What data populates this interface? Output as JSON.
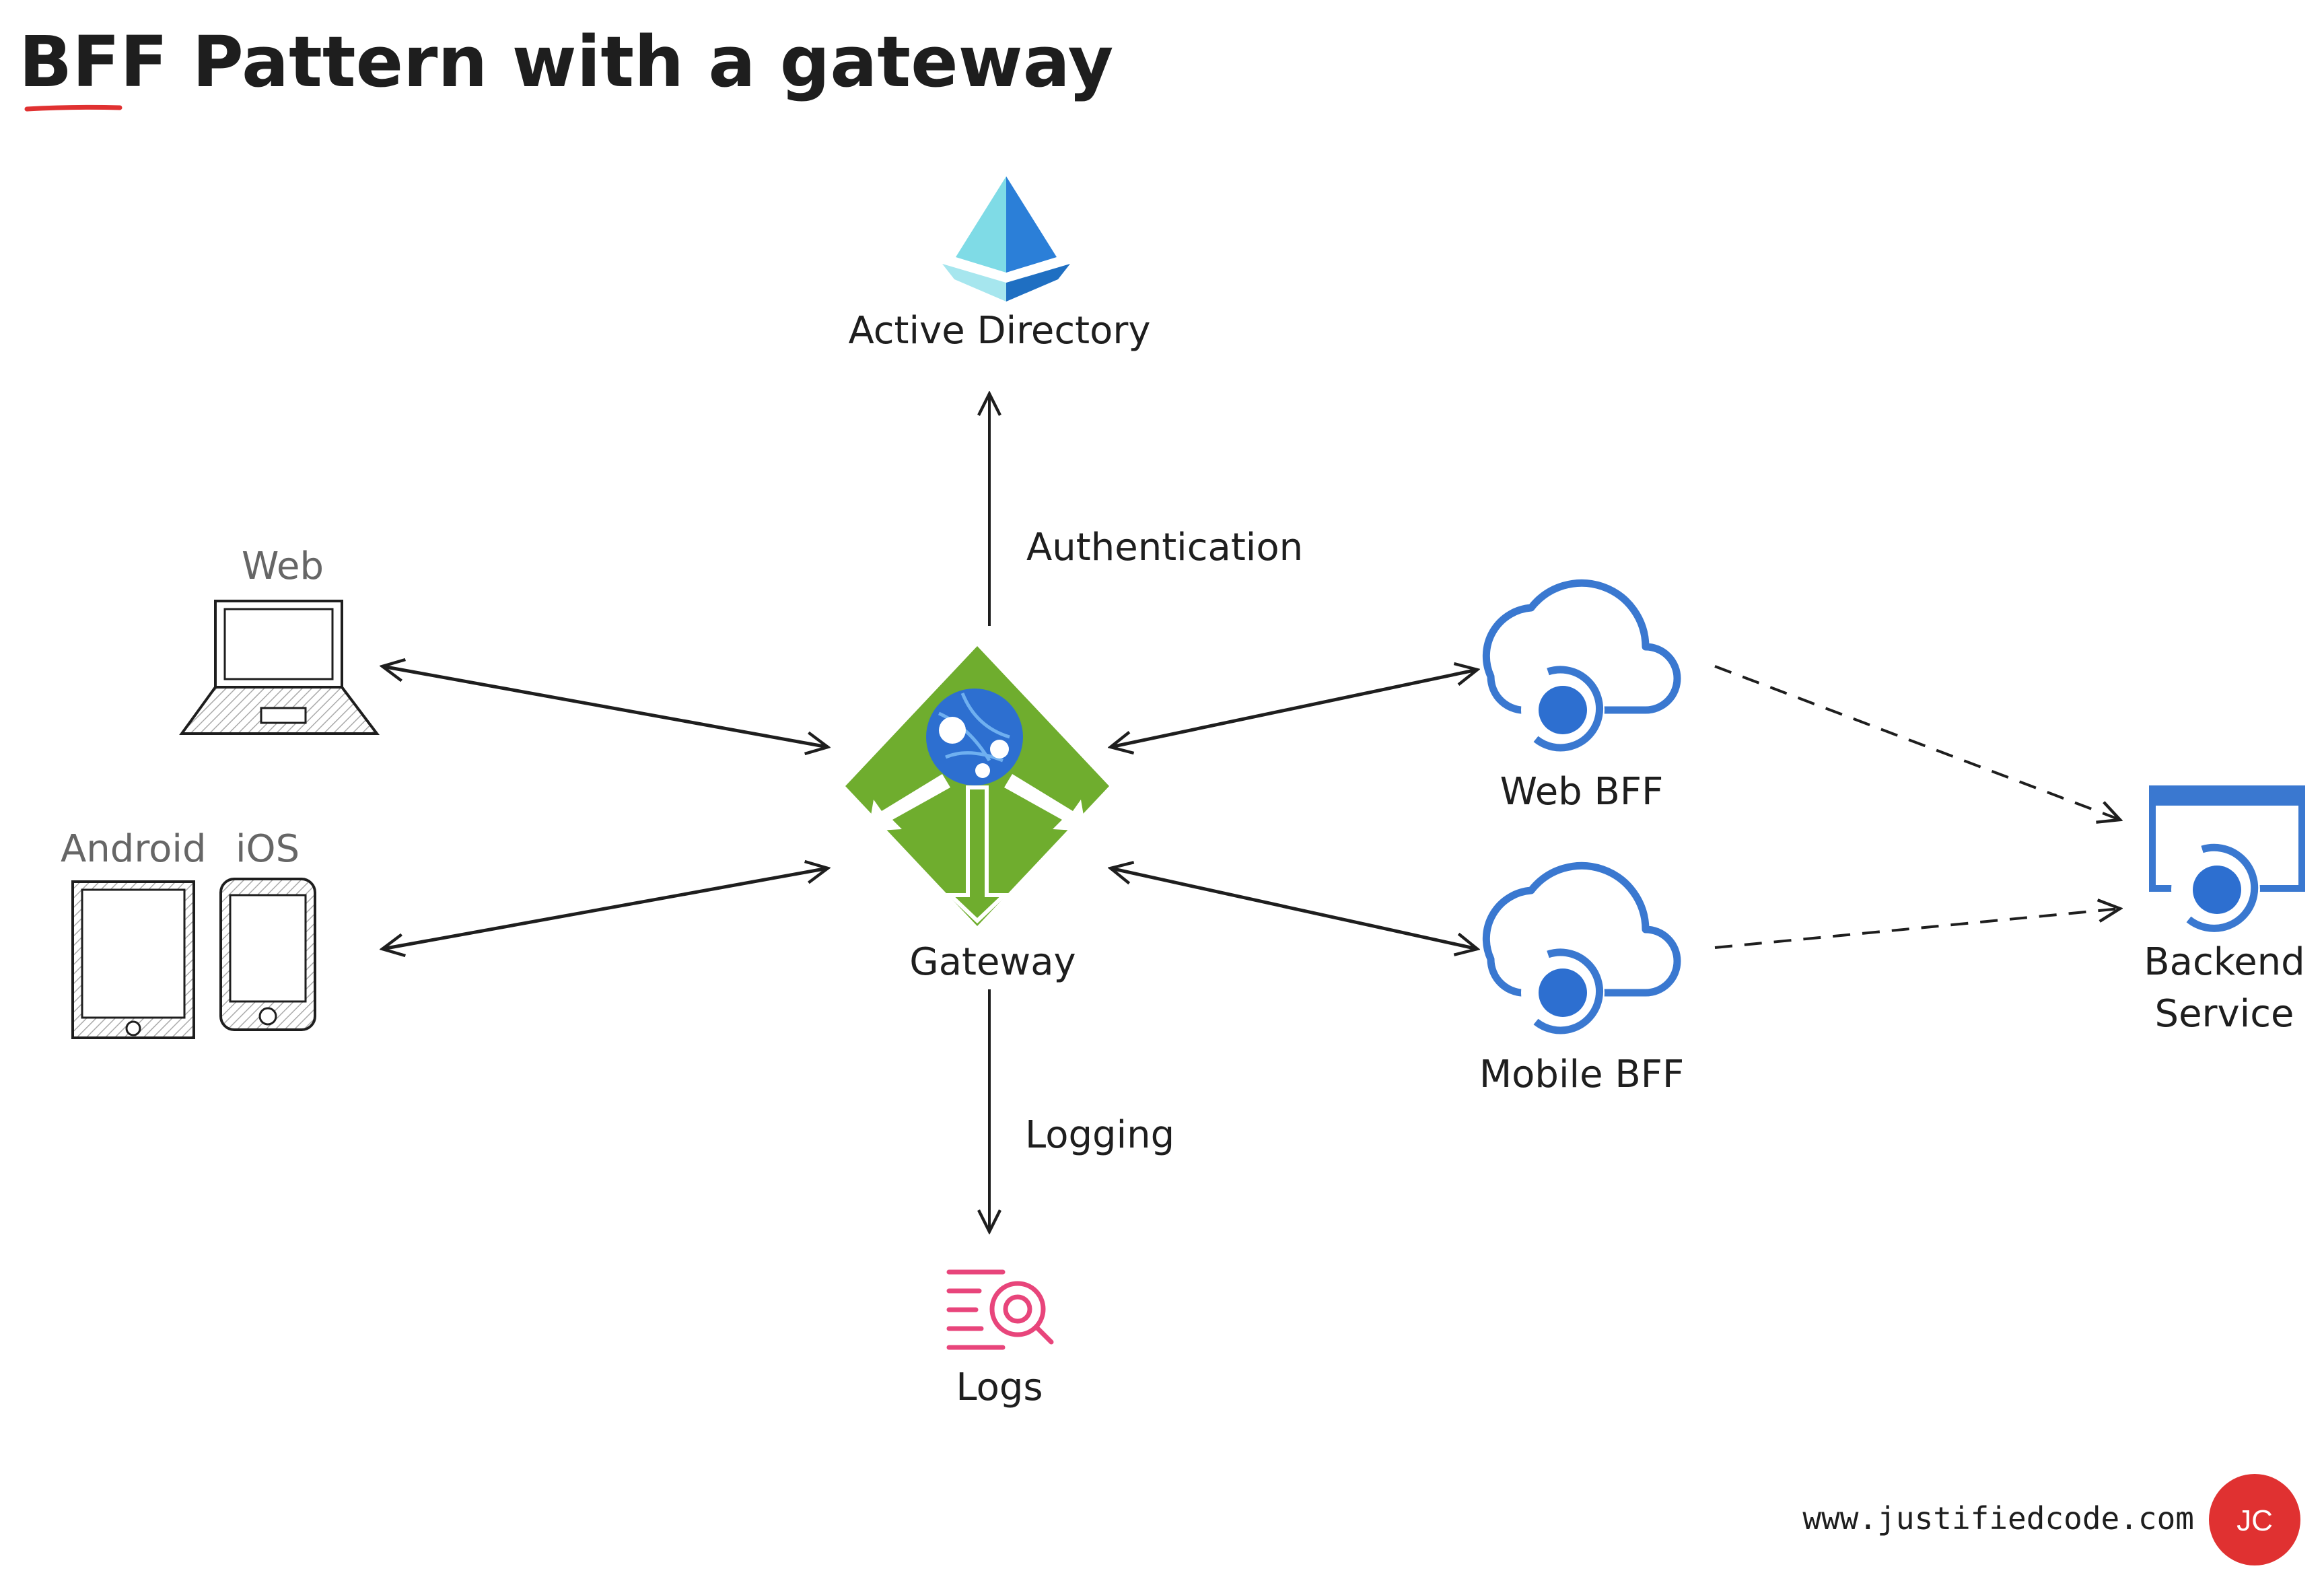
{
  "title": "BFF Pattern with a gateway",
  "nodes": {
    "active_directory": "Active Directory",
    "web_client": "Web",
    "android": "Android",
    "ios": "iOS",
    "gateway": "Gateway",
    "web_bff": "Web BFF",
    "mobile_bff": "Mobile BFF",
    "backend_line1": "Backend",
    "backend_line2": "Service",
    "logs": "Logs"
  },
  "edges": {
    "authentication": "Authentication",
    "logging": "Logging"
  },
  "footer": {
    "url": "www.justifiedcode.com",
    "badge": "JC"
  },
  "colors": {
    "accent_red": "#e03131",
    "azure_blue": "#3a78d0",
    "gateway_green": "#6fad2e",
    "logs_pink": "#e8457b",
    "ad_light": "#7fdbe6",
    "ad_dark": "#2b7fd8"
  },
  "icons": [
    "pyramid-icon",
    "laptop-icon",
    "tablet-icon",
    "phone-icon",
    "gateway-icon",
    "cloud-icon",
    "window-icon",
    "log-search-icon"
  ]
}
